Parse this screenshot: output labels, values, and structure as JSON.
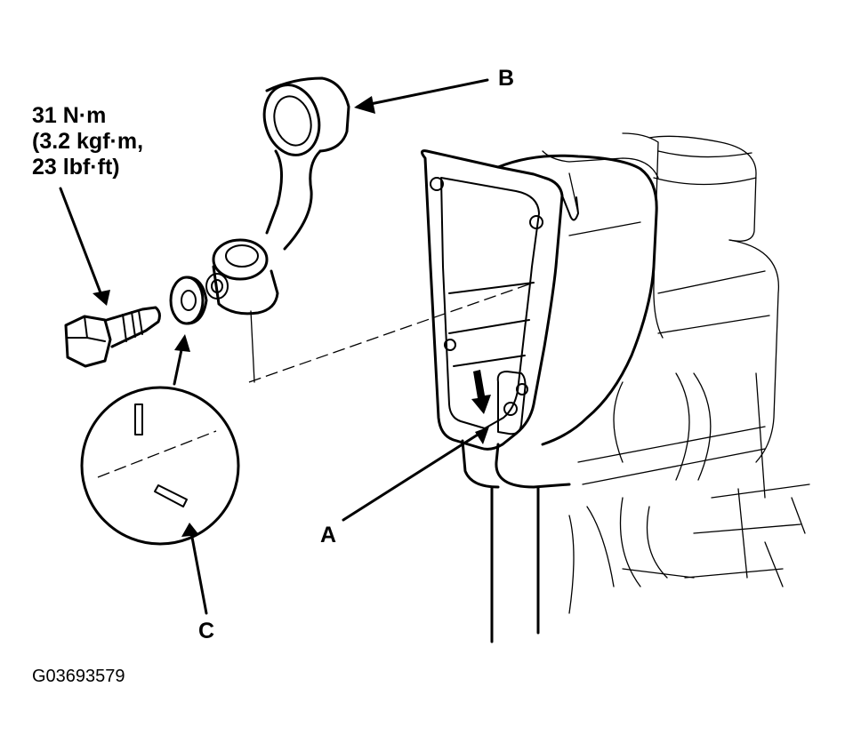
{
  "figure": {
    "torque_spec": [
      "31 N·m",
      "(3.2 kgf·m,",
      "23 lbf·ft)"
    ],
    "callouts": {
      "a": "A",
      "b": "B",
      "c": "C"
    },
    "reference_code": "G03693579"
  }
}
